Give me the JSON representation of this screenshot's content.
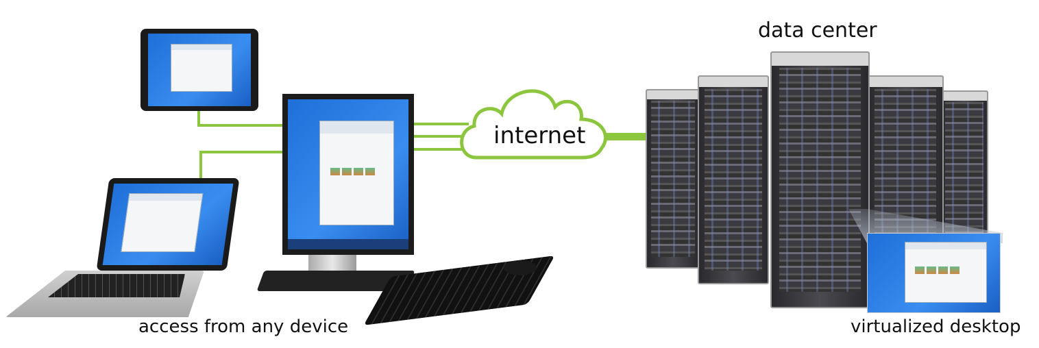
{
  "labels": {
    "data_center": "data center",
    "internet": "internet",
    "access": "access from any device",
    "virtualized": "virtualized desktop"
  },
  "colors": {
    "connector": "#8cc63f",
    "screen": "#2a7ee6"
  }
}
